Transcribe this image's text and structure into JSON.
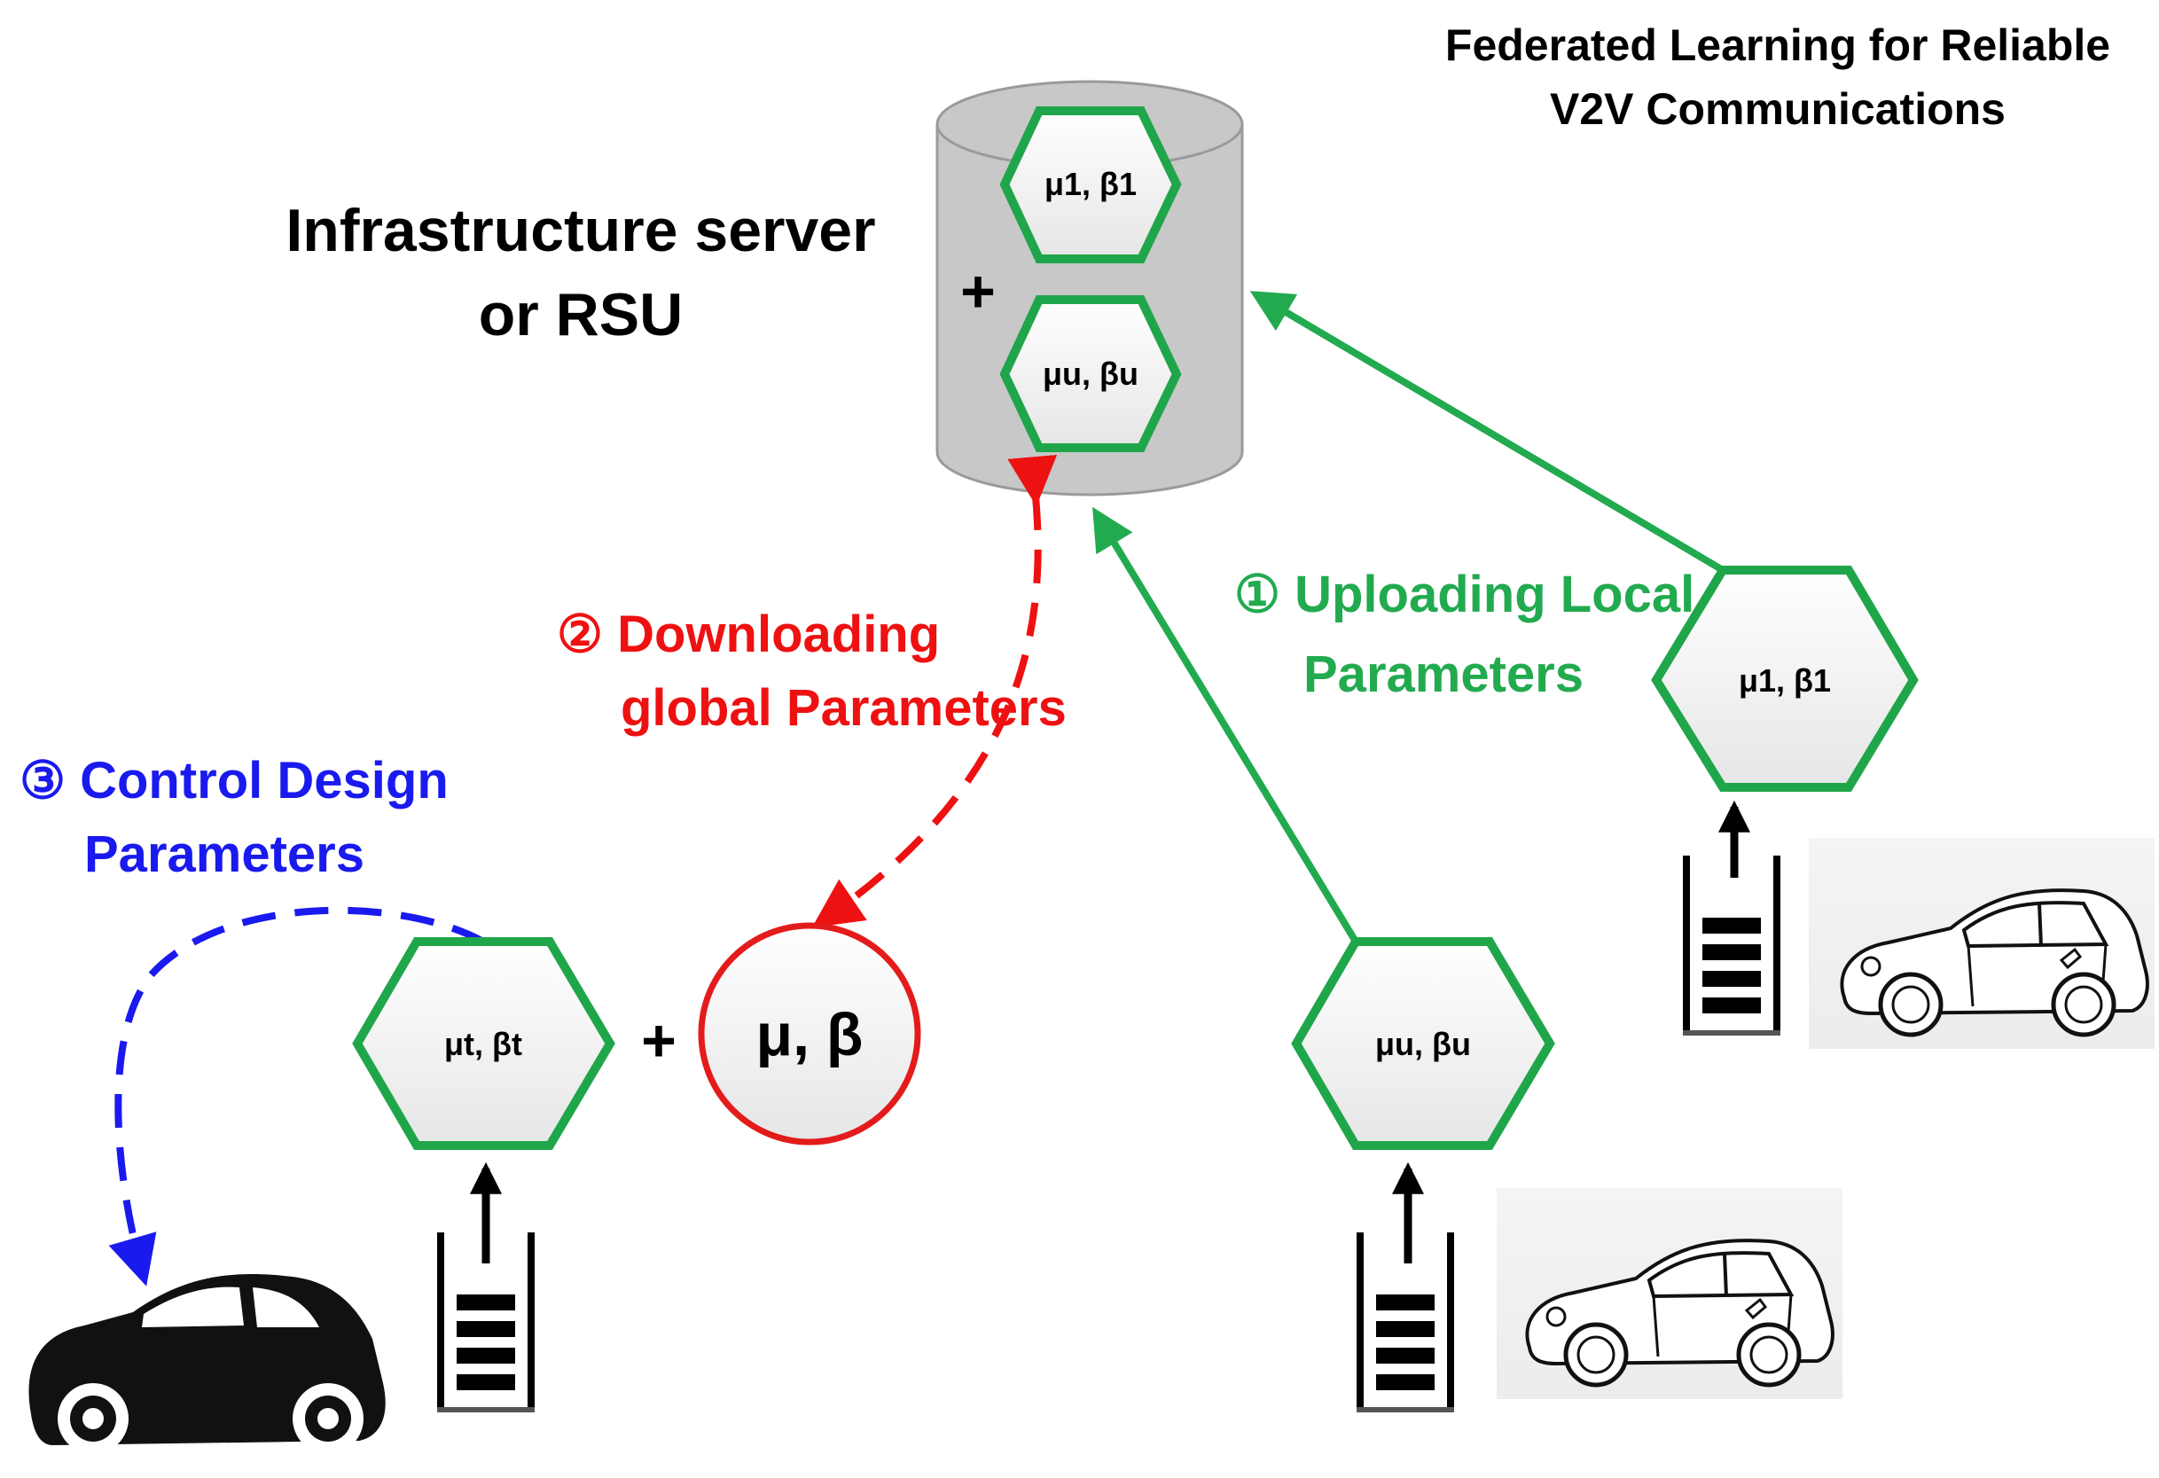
{
  "diagram": {
    "title_line1": "Federated Learning for Reliable",
    "title_line2": "V2V Communications",
    "server_label_line1": "Infrastructure server",
    "server_label_line2": "or RSU",
    "server_plus": "+",
    "server_hex_top": "μ1, β1",
    "server_hex_bottom": "μu, βu",
    "step1_line1": "① Uploading Local",
    "step1_line2": "Parameters",
    "step2_line1": "② Downloading",
    "step2_line2": "global Parameters",
    "step3_line1": "③ Control Design",
    "step3_line2": "Parameters",
    "vehicle_t_hex": "μt, βt",
    "vehicle_t_plus": "+",
    "global_circle": "μ, β",
    "vehicle_u_hex": "μu, βu",
    "vehicle_1_hex": "μ1, β1"
  },
  "colors": {
    "upload": "#22aa4f",
    "download": "#ee1111",
    "control": "#1a1aee",
    "hex_stroke": "#1fa64a",
    "circle_stroke": "#e31b1b",
    "server_fill": "#c8c8c8"
  }
}
